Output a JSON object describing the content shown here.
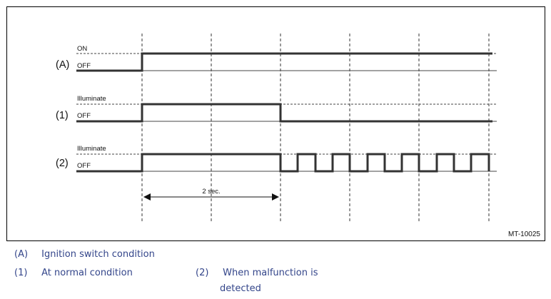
{
  "figure": {
    "figure_id": "MT-10025",
    "interval_label": "2 sec.",
    "rows": [
      {
        "id": "(A)",
        "high_label": "ON",
        "low_label": "OFF"
      },
      {
        "id": "(1)",
        "high_label": "Illuminate",
        "low_label": "OFF"
      },
      {
        "id": "(2)",
        "high_label": "Illuminate",
        "low_label": "OFF"
      }
    ]
  },
  "legend": {
    "a": {
      "key": "(A)",
      "text": "Ignition switch condition"
    },
    "one": {
      "key": "(1)",
      "text": "At normal condition"
    },
    "two": {
      "key": "(2)",
      "text_line1": "When malfunction is",
      "text_line2": "detected"
    }
  }
}
